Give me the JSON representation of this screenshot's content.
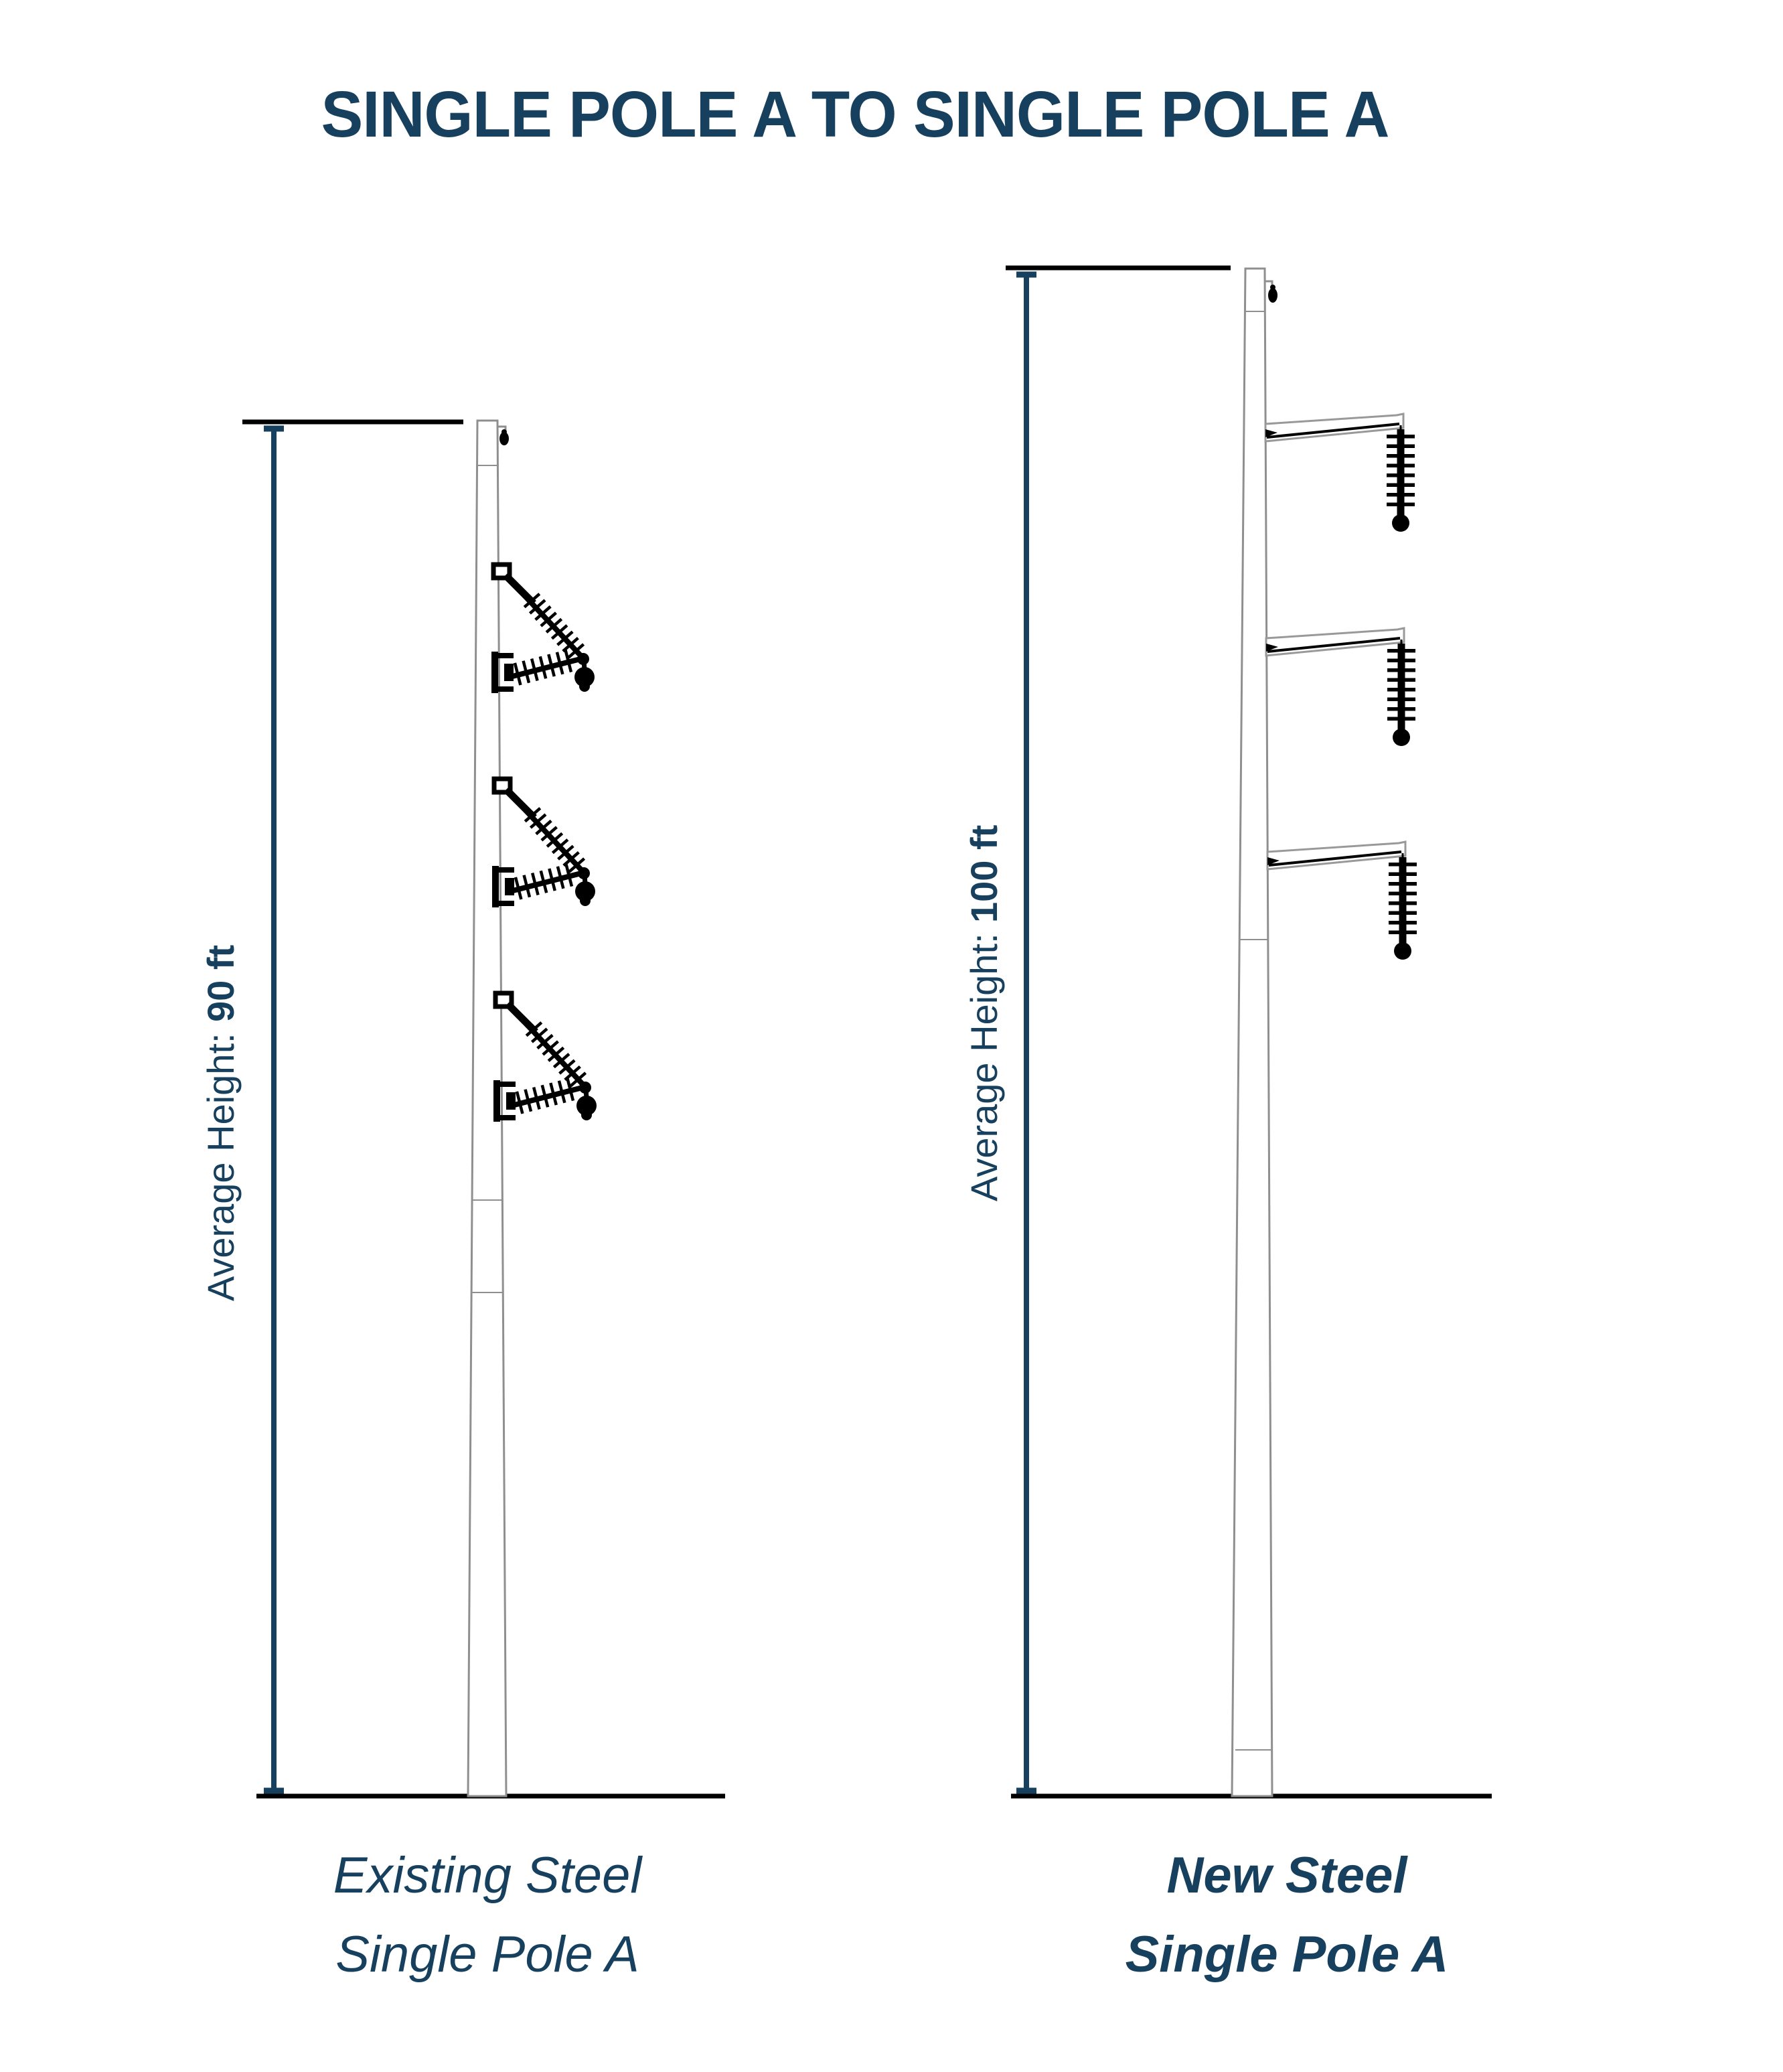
{
  "title": "SINGLE POLE A TO SINGLE POLE A",
  "colors": {
    "navy": "#16405E",
    "drawing_black": "#000000",
    "pole_outline_gray": "#8F8F8F"
  },
  "left_pole": {
    "height_label": "Average Height:",
    "height_value": "90 ft",
    "caption_line1": "Existing Steel",
    "caption_line2": "Single Pole A"
  },
  "right_pole": {
    "height_label": "Average Height:",
    "height_value": "100 ft",
    "caption_line1": "New Steel",
    "caption_line2": "Single Pole A"
  }
}
